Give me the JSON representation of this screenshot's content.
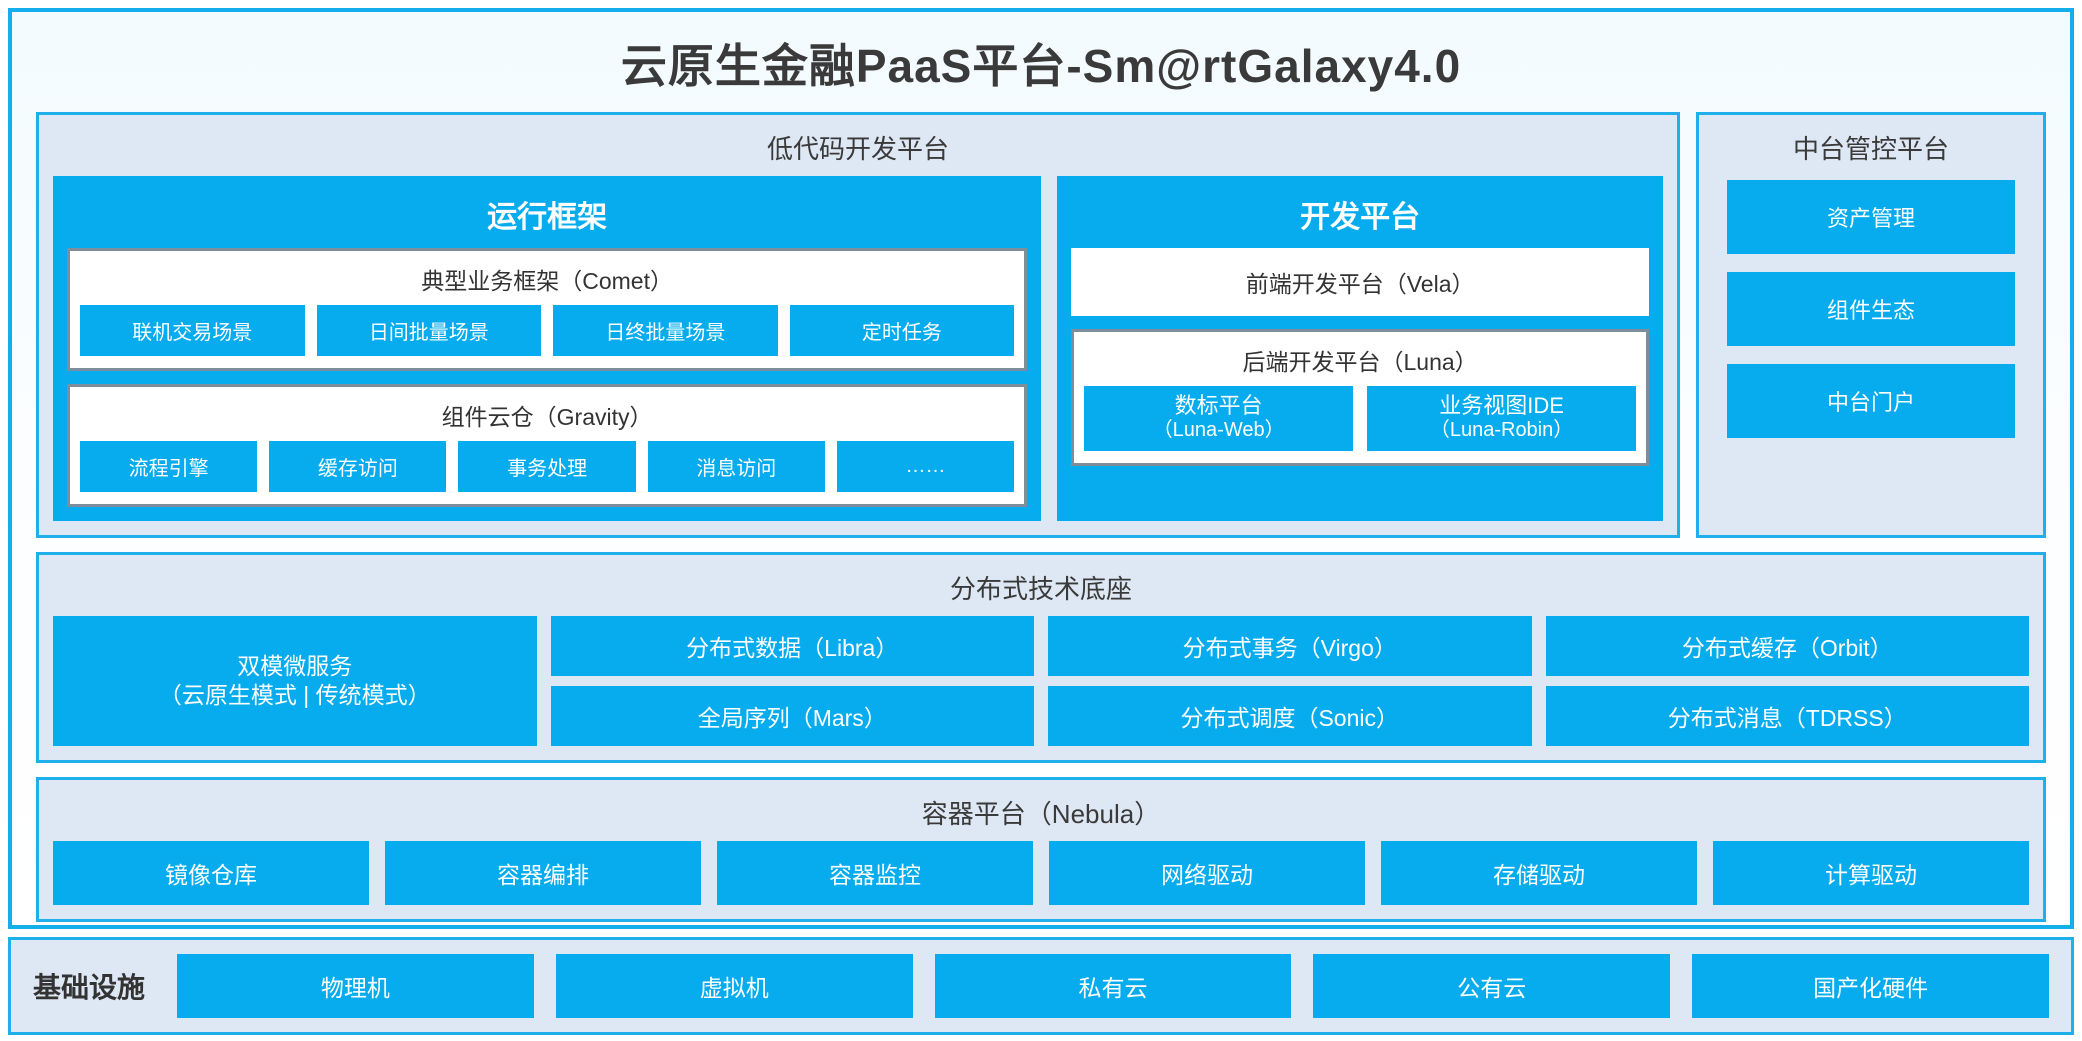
{
  "title": "云原生金融PaaS平台-Sm@rtGalaxy4.0",
  "colors": {
    "accent_blue": "#06ACEE",
    "panel_border": "#1FB0EC",
    "panel_bg": "#DEE8F4",
    "group_border": "#7D8D9C",
    "text_dark": "#333333"
  },
  "lowcode": {
    "title": "低代码开发平台",
    "runtime": {
      "title": "运行框架",
      "comet": {
        "title": "典型业务框架（Comet）",
        "items": [
          "联机交易场景",
          "日间批量场景",
          "日终批量场景",
          "定时任务"
        ]
      },
      "gravity": {
        "title": "组件云仓（Gravity）",
        "items": [
          "流程引擎",
          "缓存访问",
          "事务处理",
          "消息访问",
          "……"
        ]
      }
    },
    "devplatform": {
      "title": "开发平台",
      "frontend": "前端开发平台（Vela）",
      "backend": {
        "title": "后端开发平台（Luna）",
        "items": [
          {
            "name": "数标平台",
            "code": "（Luna-Web）"
          },
          {
            "name": "业务视图IDE",
            "code": "（Luna-Robin）"
          }
        ]
      }
    }
  },
  "midoffice": {
    "title": "中台管控平台",
    "items": [
      "资产管理",
      "组件生态",
      "中台门户"
    ]
  },
  "distributed": {
    "title": "分布式技术底座",
    "microservice": {
      "line1": "双模微服务",
      "line2": "（云原生模式 | 传统模式）"
    },
    "columns": [
      [
        "分布式数据（Libra）",
        "全局序列（Mars）"
      ],
      [
        "分布式事务（Virgo）",
        "分布式调度（Sonic）"
      ],
      [
        "分布式缓存（Orbit）",
        "分布式消息（TDRSS）"
      ]
    ]
  },
  "container": {
    "title": "容器平台（Nebula）",
    "items": [
      "镜像仓库",
      "容器编排",
      "容器监控",
      "网络驱动",
      "存储驱动",
      "计算驱动"
    ]
  },
  "infrastructure": {
    "label": "基础设施",
    "items": [
      "物理机",
      "虚拟机",
      "私有云",
      "公有云",
      "国产化硬件"
    ]
  }
}
